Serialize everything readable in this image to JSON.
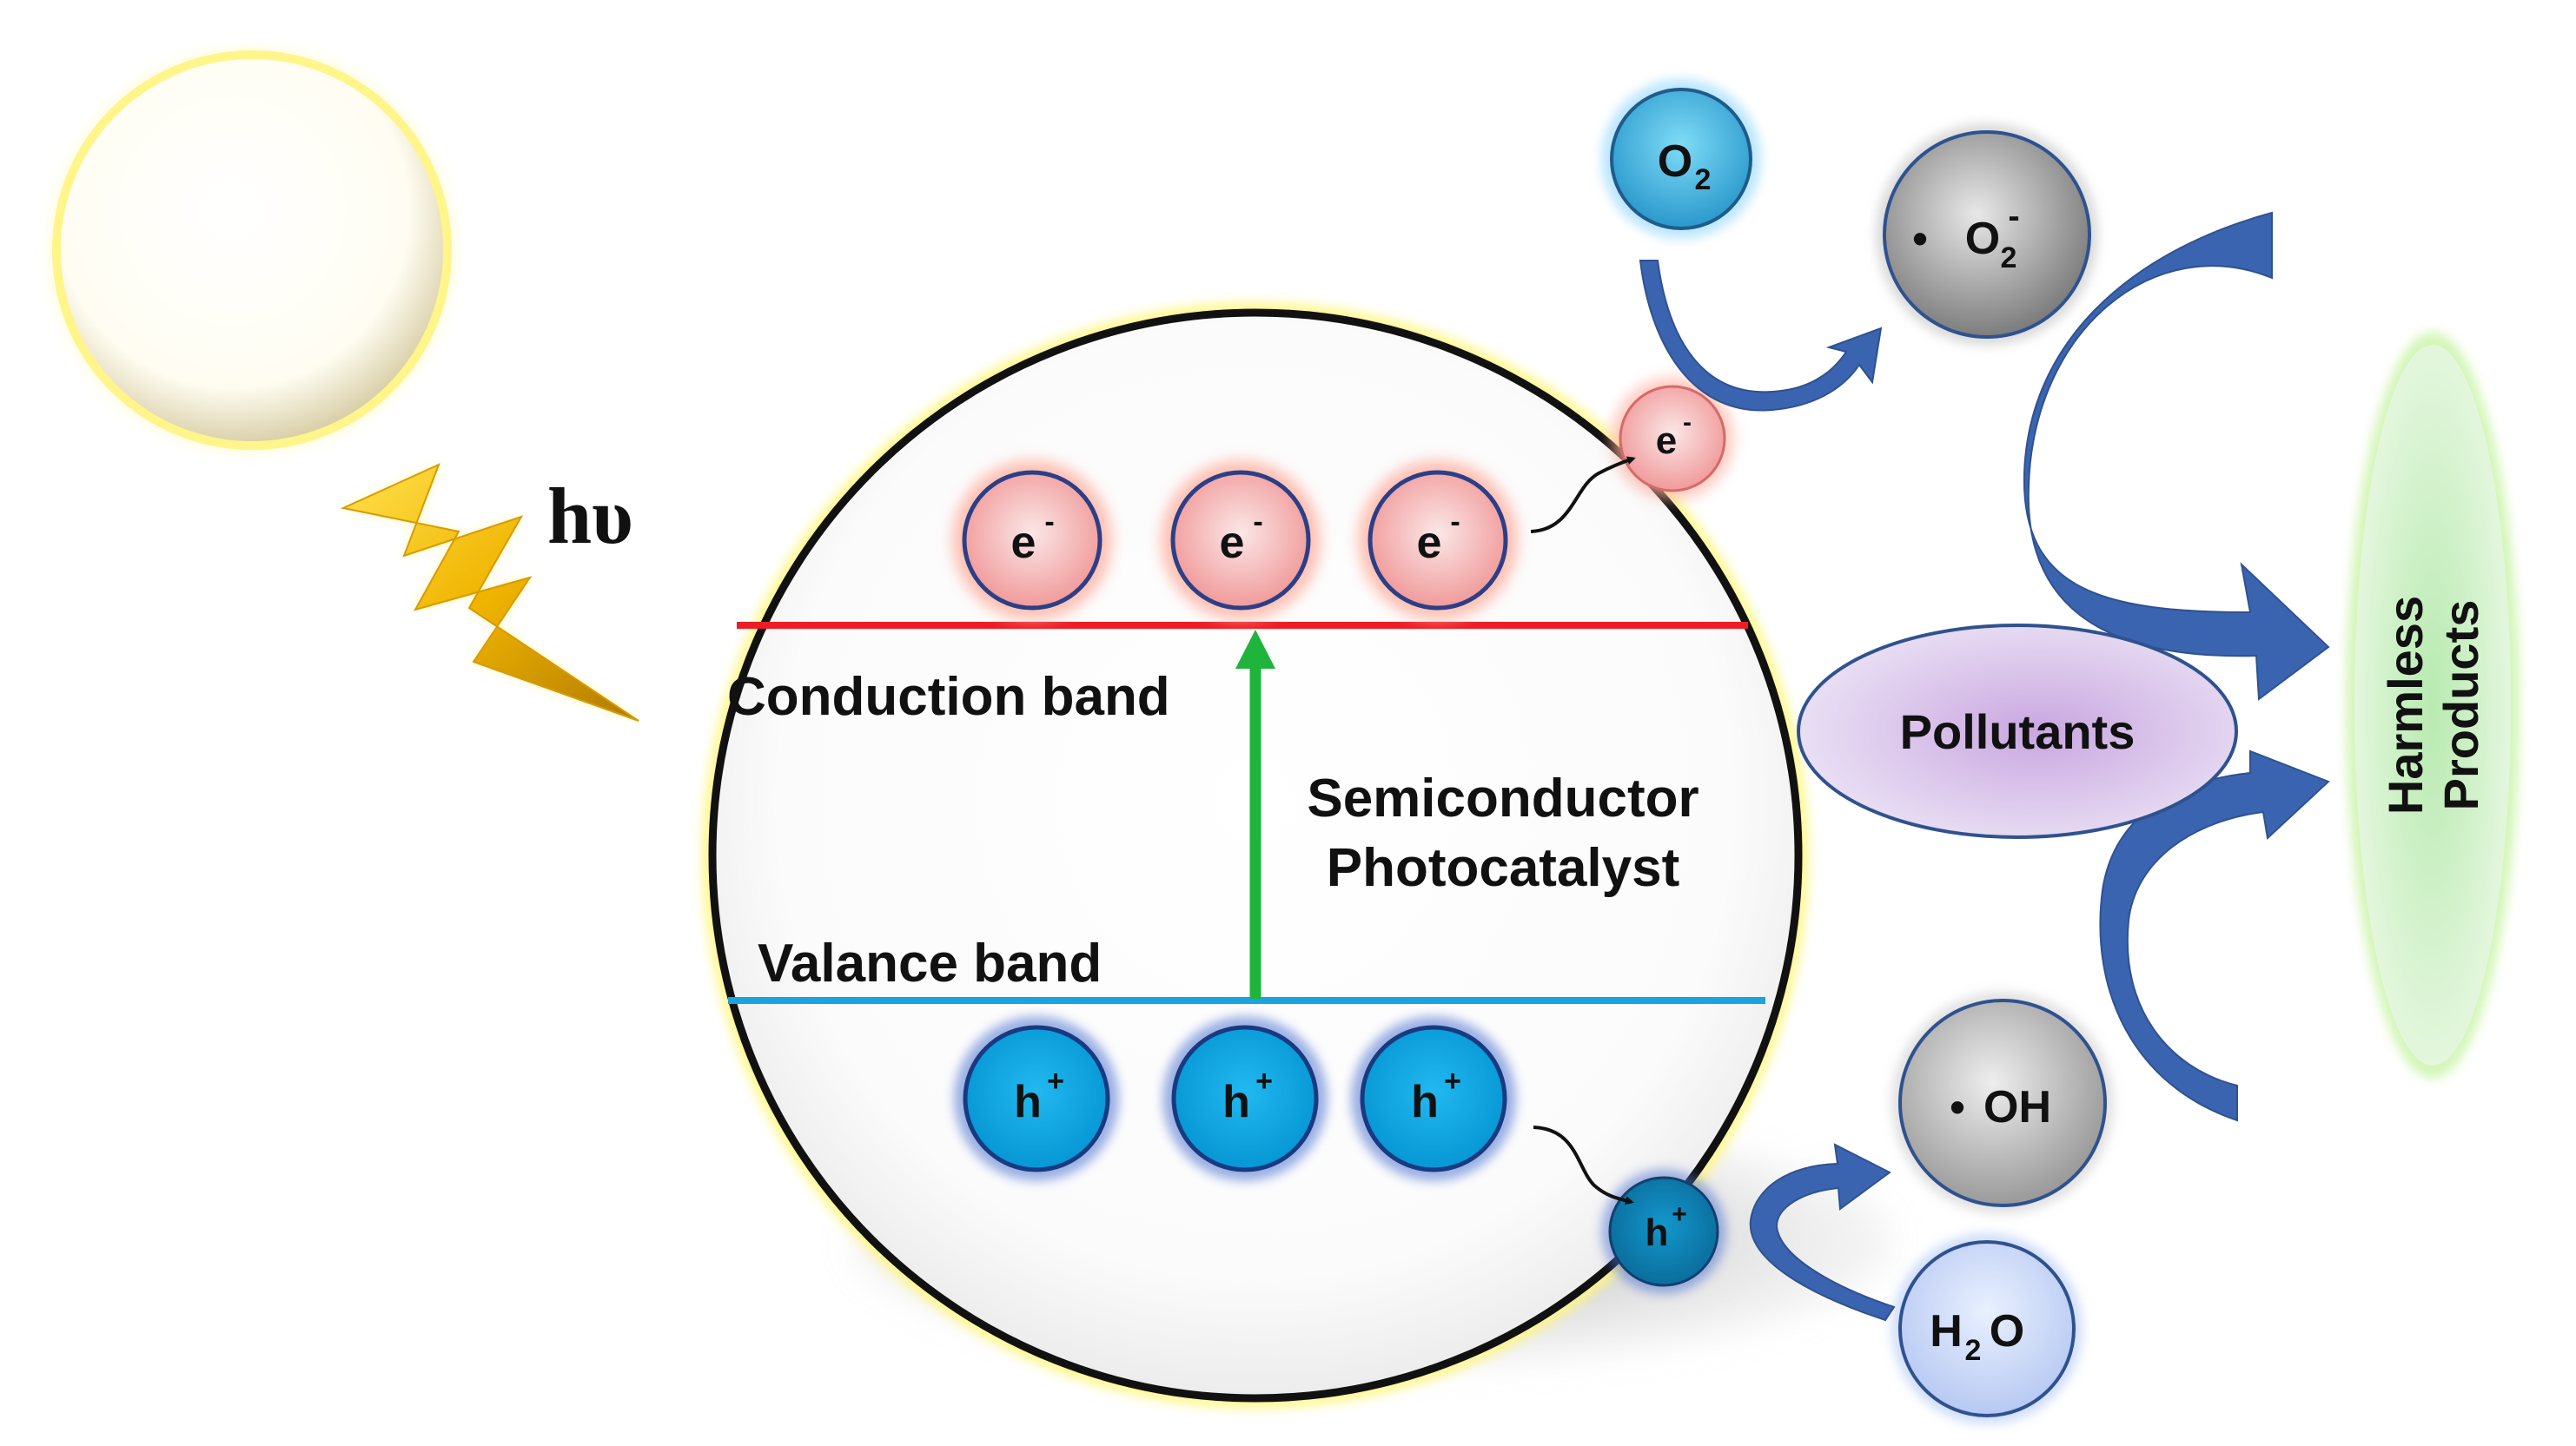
{
  "light": {
    "symbol": "hυ"
  },
  "semiconductor": {
    "conduction_band_label": "Conduction band",
    "valance_band_label": "Valance band",
    "name_line1": "Semiconductor",
    "name_line2": "Photocatalyst"
  },
  "electron": {
    "base": "e",
    "sup": "-"
  },
  "hole": {
    "base": "h",
    "sup": "+"
  },
  "oxygen": {
    "base": "O",
    "sub": "2"
  },
  "superoxide": {
    "dot": "•",
    "base": "O",
    "sub": "2",
    "sup": "-"
  },
  "hydroxyl": {
    "dot": "•",
    "label": "OH"
  },
  "water": {
    "base1": "H",
    "sub": "2",
    "base2": "O"
  },
  "pollutants": {
    "label": "Pollutants"
  },
  "products": {
    "line1": "Harmless",
    "line2": "Products"
  },
  "colors": {
    "conduction_band": "#ee1c24",
    "valance_band": "#1aa3e0",
    "excitation_arrow": "#1fb43c",
    "electron_fill": "#f6a7a7",
    "hole_fill": "#10a9e6",
    "flow_arrow": "#3a64b0",
    "sun_glow": "#ffee55",
    "bolt": "#e3aa00"
  }
}
